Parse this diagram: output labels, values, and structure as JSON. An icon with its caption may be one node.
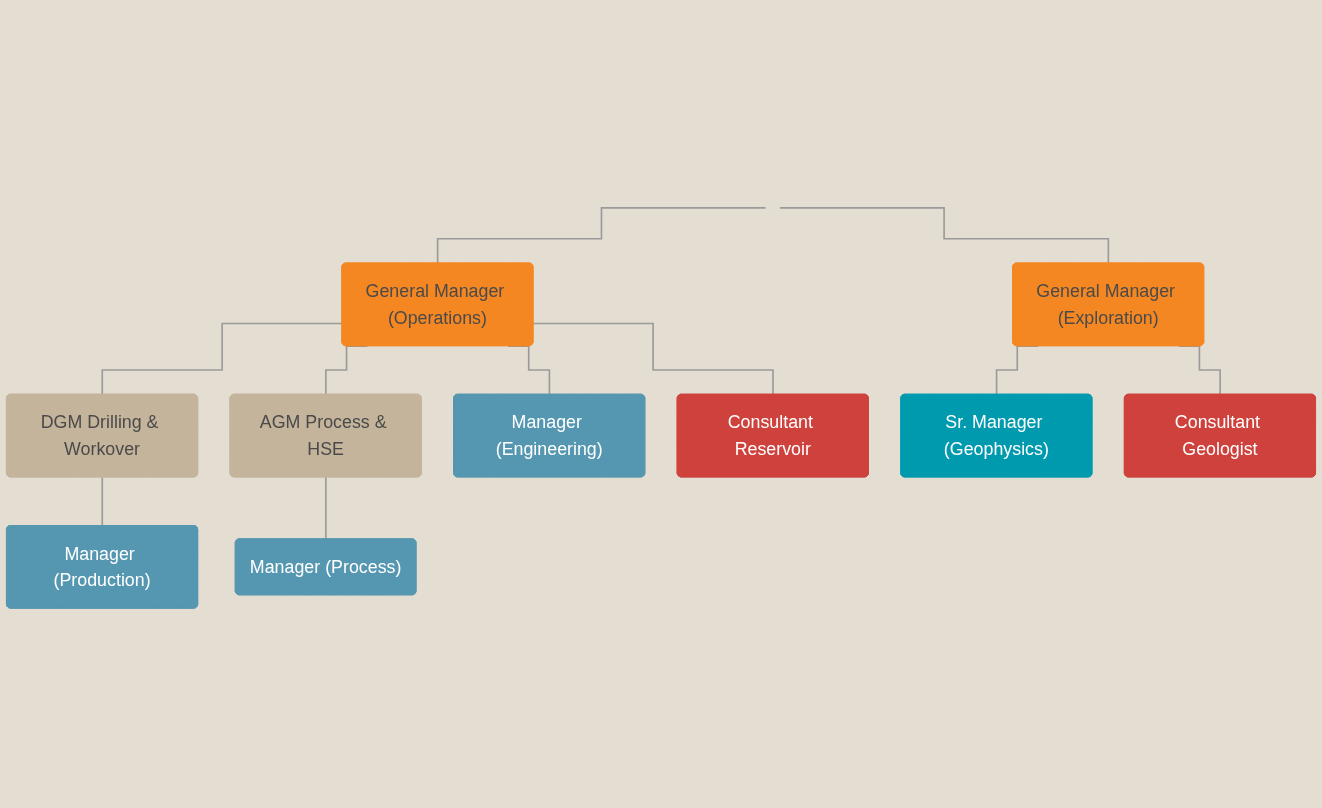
{
  "diagram": {
    "nodes": [
      {
        "text": [
          "General Manager (Operations)"
        ]
      },
      {
        "text": [
          "General Manager (Exploration)"
        ]
      },
      {
        "text": [
          "DGM Drilling & Workover"
        ]
      },
      {
        "text": [
          "AGM Process & HSE"
        ]
      },
      {
        "text": [
          "Sr. Manager (Geophysics)"
        ]
      },
      {
        "text": [
          "Consultant Geologist"
        ]
      },
      {
        "text": [
          "Manager (Production)"
        ]
      },
      {
        "text": [
          "Manager (Process)"
        ]
      },
      {
        "text": [
          "Manager (Engineering)"
        ]
      },
      {
        "text": [
          "Consultant Reservoir"
        ]
      }
    ],
    "edges": [
      {
        "from": null,
        "to": 0,
        "arrow": "none"
      },
      {
        "from": null,
        "to": 1,
        "arrow": "none"
      },
      {
        "from": 0,
        "to": 2,
        "arrow": "none"
      },
      {
        "from": 0,
        "to": 3,
        "arrow": "none"
      },
      {
        "from": 0,
        "to": 8,
        "arrow": "none"
      },
      {
        "from": 0,
        "to": 9,
        "arrow": "none"
      },
      {
        "from": 1,
        "to": 4,
        "arrow": "none"
      },
      {
        "from": 1,
        "to": 5,
        "arrow": "none"
      },
      {
        "from": 2,
        "to": 6,
        "arrow": "none"
      },
      {
        "from": 3,
        "to": 7,
        "arrow": "none"
      }
    ]
  }
}
